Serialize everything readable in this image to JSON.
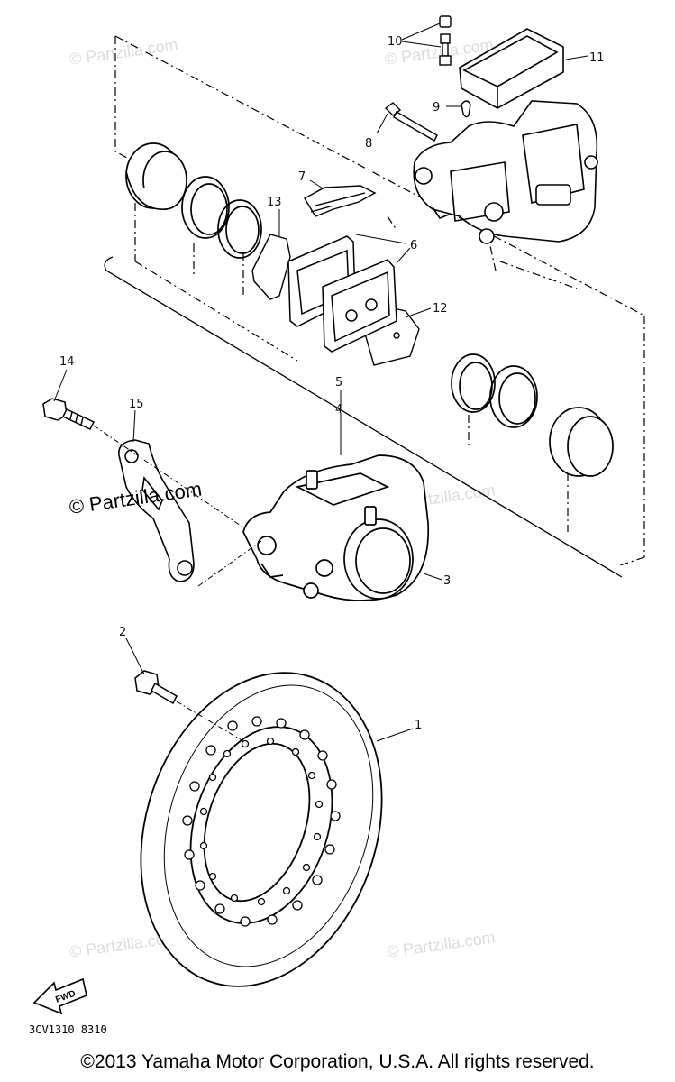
{
  "diagram": {
    "callouts": {
      "c1": "1",
      "c2": "2",
      "c3": "3",
      "c4": "4",
      "c5": "5",
      "c6": "6",
      "c7": "7",
      "c8": "8",
      "c9": "9",
      "c10": "10",
      "c11": "11",
      "c12": "12",
      "c13": "13",
      "c14": "14",
      "c15": "15"
    },
    "fwd_label": "FWD",
    "drawing_code": "3CV1310 8310"
  },
  "watermarks": {
    "prominent": "© Partzilla.com",
    "faint": "© Partzilla.com"
  },
  "footer": {
    "copyright": "©2013  Yamaha Motor Corporation, U.S.A. All rights reserved."
  },
  "colors": {
    "ink": "#000000",
    "watermark": "#dcdcdc",
    "background": "#ffffff"
  }
}
